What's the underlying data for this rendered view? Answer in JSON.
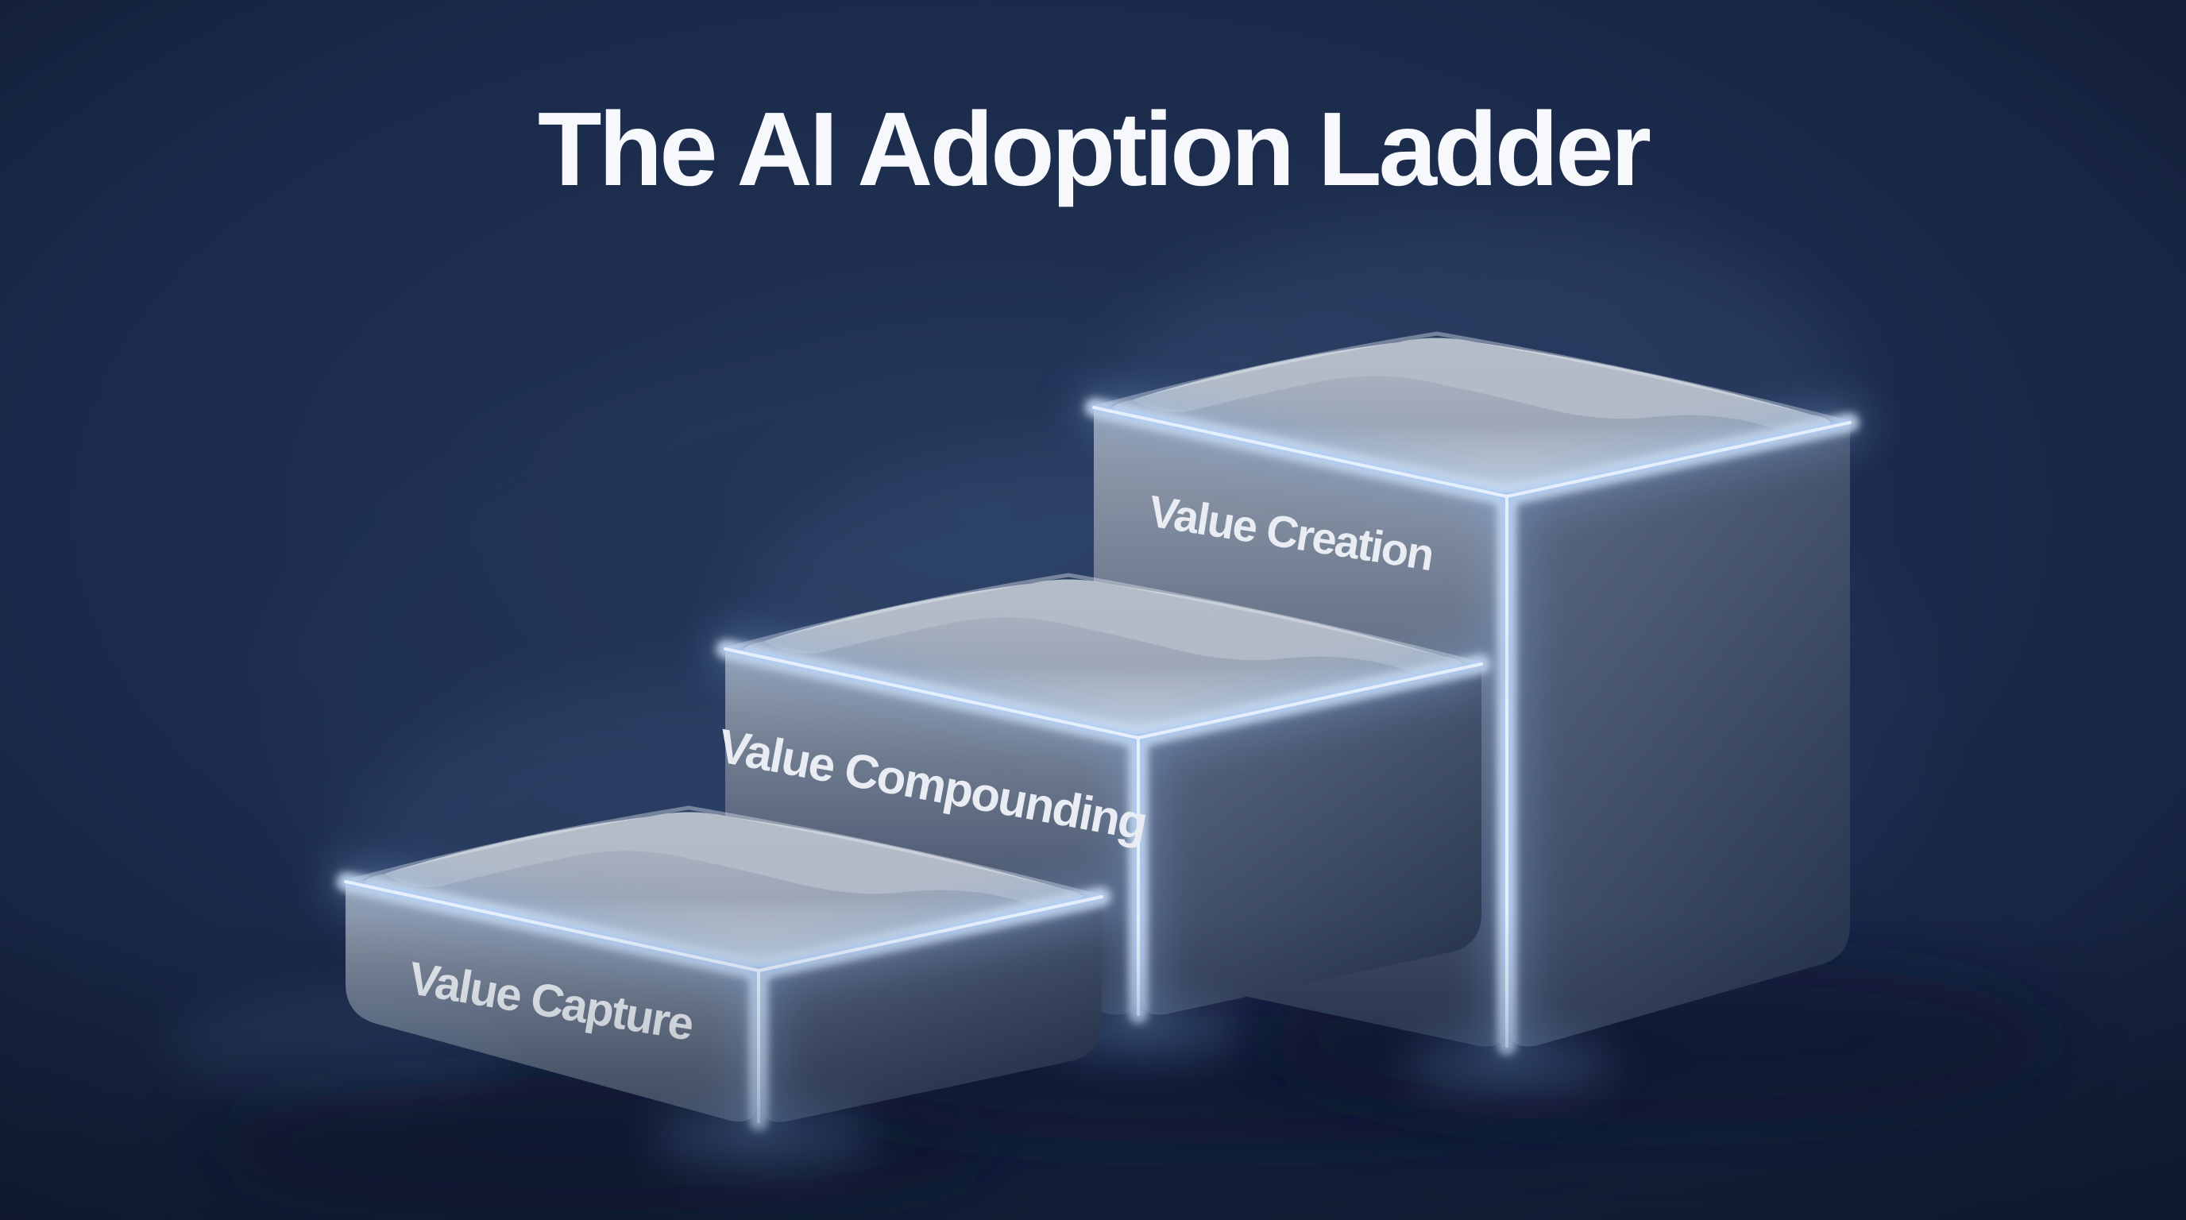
{
  "title": "The AI Adoption Ladder",
  "steps": [
    {
      "index": 1,
      "label": "Value Capture"
    },
    {
      "index": 2,
      "label": "Value Compounding"
    },
    {
      "index": 3,
      "label": "Value Creation"
    }
  ],
  "colors": {
    "background": "#1b2a4a",
    "title_text": "#f6f8fb",
    "step_label_text": "#e9edf3",
    "edge_glow": "#a9ccf6",
    "edge_glow_core": "#e8f1fd",
    "block_top_face": "#a6afbe",
    "block_front_face": "#6e7a8e",
    "block_right_face": "#46536c"
  }
}
